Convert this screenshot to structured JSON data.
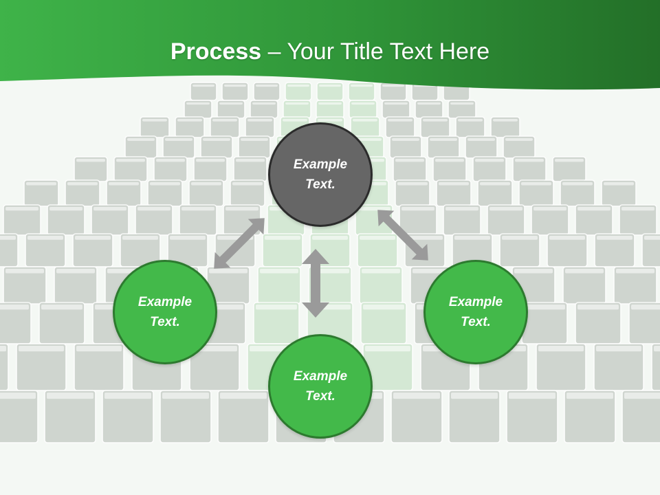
{
  "header": {
    "title_bold": "Process",
    "title_rest": " – Your Title Text Here",
    "colors": {
      "band": "#2e8b34",
      "band_light": "#3fb349"
    }
  },
  "diagram": {
    "nodes": [
      {
        "id": "top",
        "text": "Example Text.",
        "color": "#666666"
      },
      {
        "id": "left",
        "text": "Example Text.",
        "color": "#43b94a"
      },
      {
        "id": "right",
        "text": "Example Text.",
        "color": "#43b94a"
      },
      {
        "id": "bottom",
        "text": "Example Text.",
        "color": "#43b94a"
      }
    ],
    "arrow_color": "#9a9a9a"
  }
}
